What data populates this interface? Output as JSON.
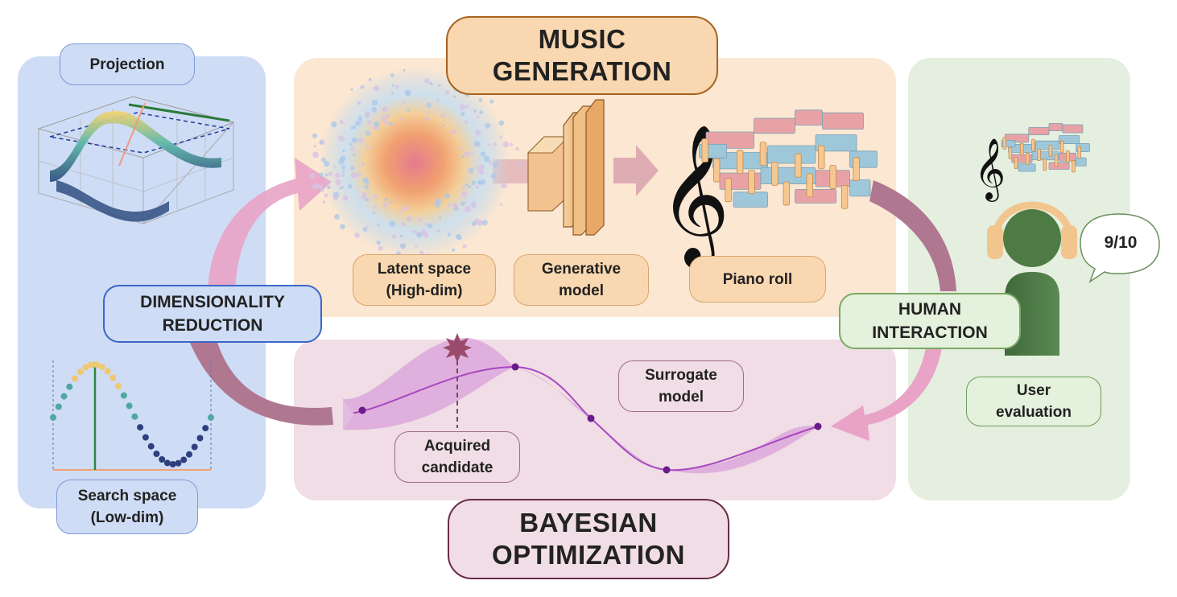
{
  "labels": {
    "projection": "Projection",
    "search_space": "Search space\n(Low-dim)",
    "dim_reduction": "DIMENSIONALITY\nREDUCTION",
    "music_generation": "MUSIC\nGENERATION",
    "latent_space": "Latent space\n(High-dim)",
    "generative_model": "Generative\nmodel",
    "piano_roll": "Piano roll",
    "human_interaction": "HUMAN\nINTERACTION",
    "user_evaluation": "User\nevaluation",
    "rating": "9/10",
    "surrogate_model": "Surrogate\nmodel",
    "acquired_candidate": "Acquired\ncandidate",
    "bayesian_optimization": "BAYESIAN\nOPTIMIZATION"
  },
  "colors": {
    "blue_panel": "#cfdcf5",
    "orange_panel": "#fbe7d2",
    "pink_panel": "#f0dde5",
    "green_panel": "#e5efdf",
    "arrow_pink": "#e8a3c7",
    "arrow_mauve": "#b07791",
    "gp_mean": "#b04ec4",
    "gp_band": "#dca0dc"
  },
  "icons": [
    "3d-surface-plot-icon",
    "sine-dot-plot-icon",
    "latent-cloud-icon",
    "neural-network-icon",
    "treble-clef-icon",
    "piano-roll-icon",
    "listener-headphones-icon",
    "speech-bubble-icon",
    "star-marker-icon"
  ]
}
